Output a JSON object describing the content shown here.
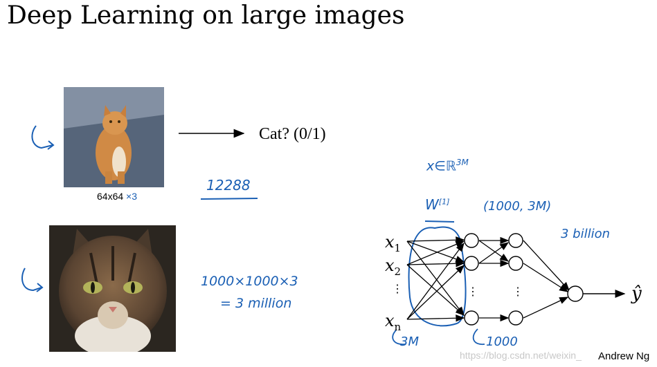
{
  "title": "Deep Learning on large images",
  "small_image": {
    "caption_prefix": "64x64",
    "caption_note": "×3",
    "arrow_label": "Cat? (0/1)",
    "feature_count": "12288"
  },
  "large_image": {
    "dims": "1000×1000×3",
    "equals": "= 3 million"
  },
  "network": {
    "input_space": "x∈ℝ",
    "input_space_exp": "3M",
    "weight_label": "W",
    "weight_label_sup": "[1]",
    "weight_shape": "(1000, 3M)",
    "param_count": "3 billion",
    "inputs": [
      "x",
      "x",
      "x"
    ],
    "input_subscripts": [
      "1",
      "2",
      "n"
    ],
    "vertical_dots": "⋮",
    "output": "ŷ",
    "input_count_note": "3M",
    "hidden_count_note": "1000"
  },
  "watermark": "https://blog.csdn.net/weixin_",
  "author": "Andrew Ng",
  "colors": {
    "ink": "#000000",
    "annotation": "#1a5fb4"
  }
}
